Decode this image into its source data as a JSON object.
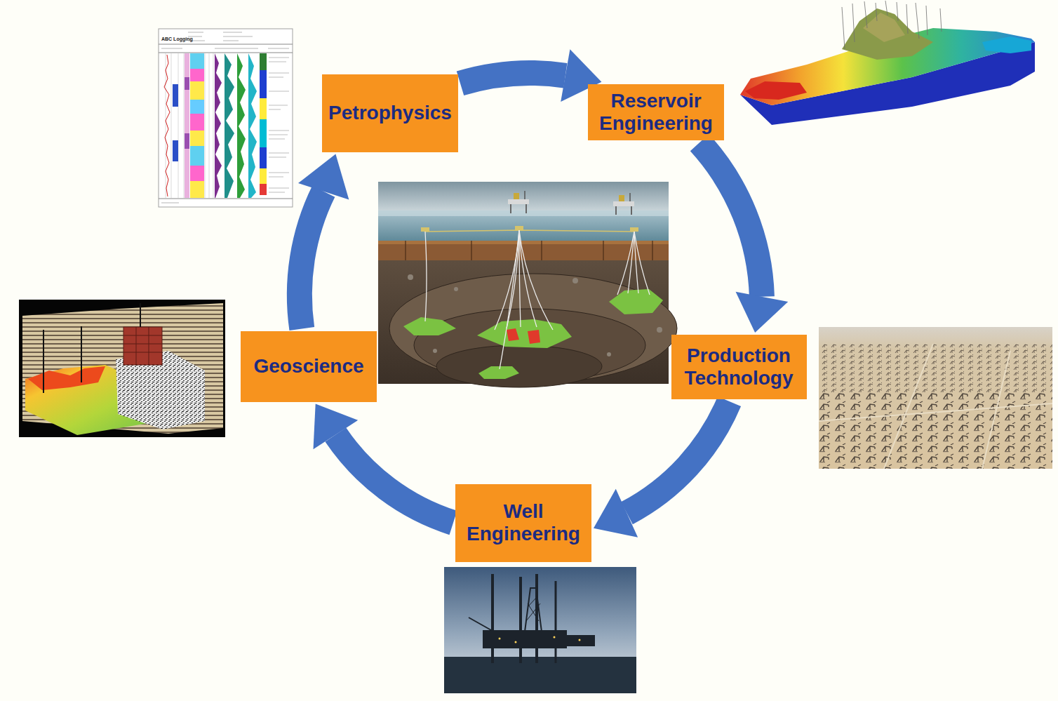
{
  "diagram": {
    "nodes": [
      {
        "text": [
          "Petrophysics"
        ]
      },
      {
        "text": [
          "Reservoir Engineering"
        ]
      },
      {
        "text": [
          "Production Technology"
        ]
      },
      {
        "text": [
          "Well Engineering"
        ]
      },
      {
        "text": [
          "Geoscience"
        ]
      }
    ],
    "edges": [
      {
        "from": 0,
        "to": 1,
        "arrow": "to"
      },
      {
        "from": 1,
        "to": 2,
        "arrow": "to"
      },
      {
        "from": 2,
        "to": 3,
        "arrow": "to"
      },
      {
        "from": 3,
        "to": 4,
        "arrow": "to"
      },
      {
        "from": 4,
        "to": 0,
        "arrow": "to"
      }
    ],
    "labels": [
      "ABC Logging"
    ]
  }
}
